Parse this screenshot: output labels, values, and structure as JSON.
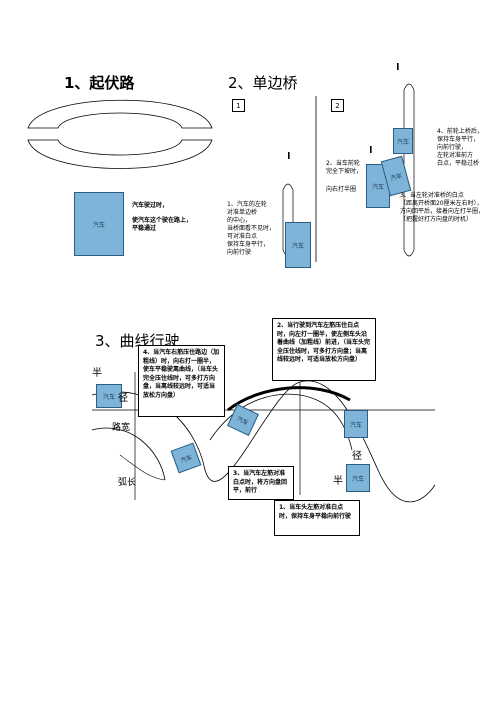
{
  "section1": {
    "title": "1、起伏路",
    "car_label": "汽车",
    "note_line1": "汽车驶过时，",
    "note_line2": "使汽车这个驶在路上，",
    "note_line3": "平稳通过"
  },
  "section2": {
    "title": "2、单边桥",
    "box1": "1",
    "box2": "2",
    "car_label": "汽车",
    "note1": [
      "1、汽车的左轮",
      "对准单边桥",
      "的中心，",
      "当桥面看不见时，",
      "可对准白点",
      "保持车身平行，",
      "向前行驶"
    ],
    "note2": [
      "2、当车前轮",
      "完全下坡时，"
    ],
    "note3": "向右打半圈",
    "note4": [
      "4、前轮上桥后，",
      "保持车身平行，",
      "向前行驶，",
      "左轮对准前方",
      "白点，平稳过桥"
    ],
    "note5": [
      "3、当左轮对准桥的白点",
      "（距离开桥面20厘米左右时），",
      "方向回平后，接着向左打半圈，",
      "（把握好打方向盘的时机）"
    ]
  },
  "section3": {
    "title": "3、曲线行驶",
    "car_label": "汽车",
    "road_labels": {
      "a": "半",
      "b": "径",
      "c": "路宽",
      "d": "弧长",
      "e": "半",
      "f": "径"
    },
    "note_step1": "1、当车头左筋对准白点时，保持车身平稳向前行驶",
    "note_step2": "2、当行驶到汽车左筋压住白点时，向左打一圈半，使左侧车头沿着曲线（加粗线）前进，（当车头完全压住线时，可多打方向盘；当离线较远时，可适当放松方向盘）",
    "note_step3": "3、当汽车左筋对准白点时，将方向盘回平，前行",
    "note_step4": "4、当汽车右筋压住路边（加粗线）时，向右打一圈半，使车平稳驶离曲线，（当车头完全压住线时，可多打方向盘，当离线较远时，可适当放松方向盘）"
  }
}
